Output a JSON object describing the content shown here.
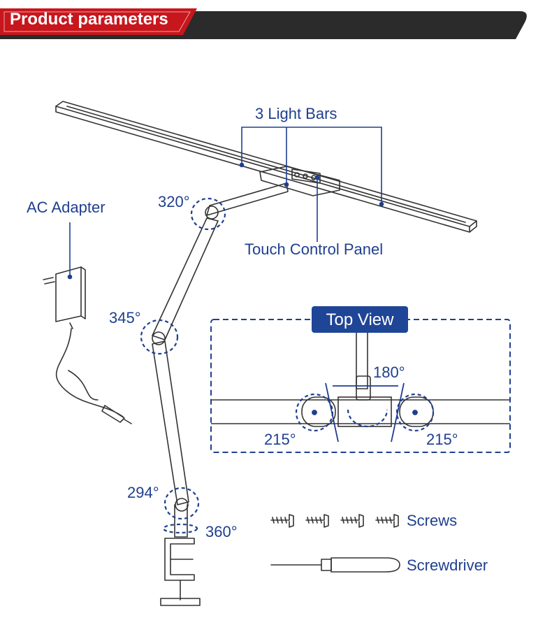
{
  "header": {
    "title": "Product parameters",
    "accent_color": "#c8161d",
    "bar_color": "#2b2b2b"
  },
  "diagram": {
    "label_color": "#1f3f8f",
    "line_color": "#333333",
    "light_bars_label": "3 Light Bars",
    "touch_panel_label": "Touch Control Panel",
    "adapter_label": "AC Adapter",
    "top_view_label": "Top View",
    "screws_label": "Screws",
    "screwdriver_label": "Screwdriver",
    "angles": {
      "arm_top": "320°",
      "arm_middle": "345°",
      "arm_bottom": "294°",
      "base_rotation": "360°",
      "top_view_center": "180°",
      "top_view_left": "215°",
      "top_view_right": "215°"
    }
  }
}
